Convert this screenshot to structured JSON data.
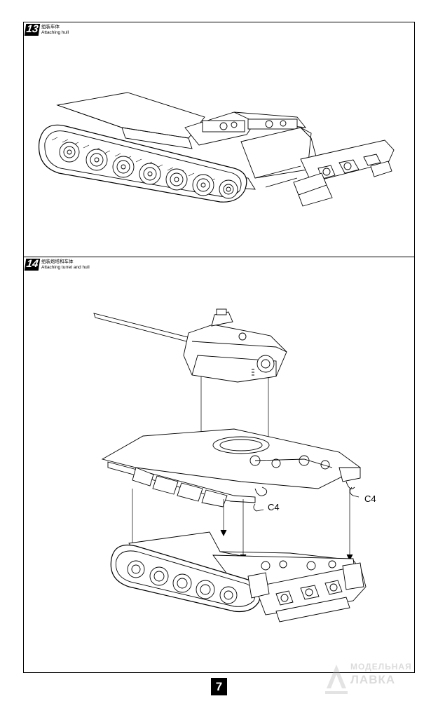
{
  "steps": [
    {
      "number": "13",
      "title_cn": "组装车体",
      "title_en": "Attaching hull"
    },
    {
      "number": "14",
      "title_cn": "组装炮塔和车体",
      "title_en": "Attaching turret and  hull"
    }
  ],
  "part_labels": {
    "left_bracket": "C4",
    "right_bracket": "C4"
  },
  "page_number": "7",
  "watermark": {
    "line1": "МОДЕЛЬНАЯ",
    "line2": "ЛАВКА"
  }
}
